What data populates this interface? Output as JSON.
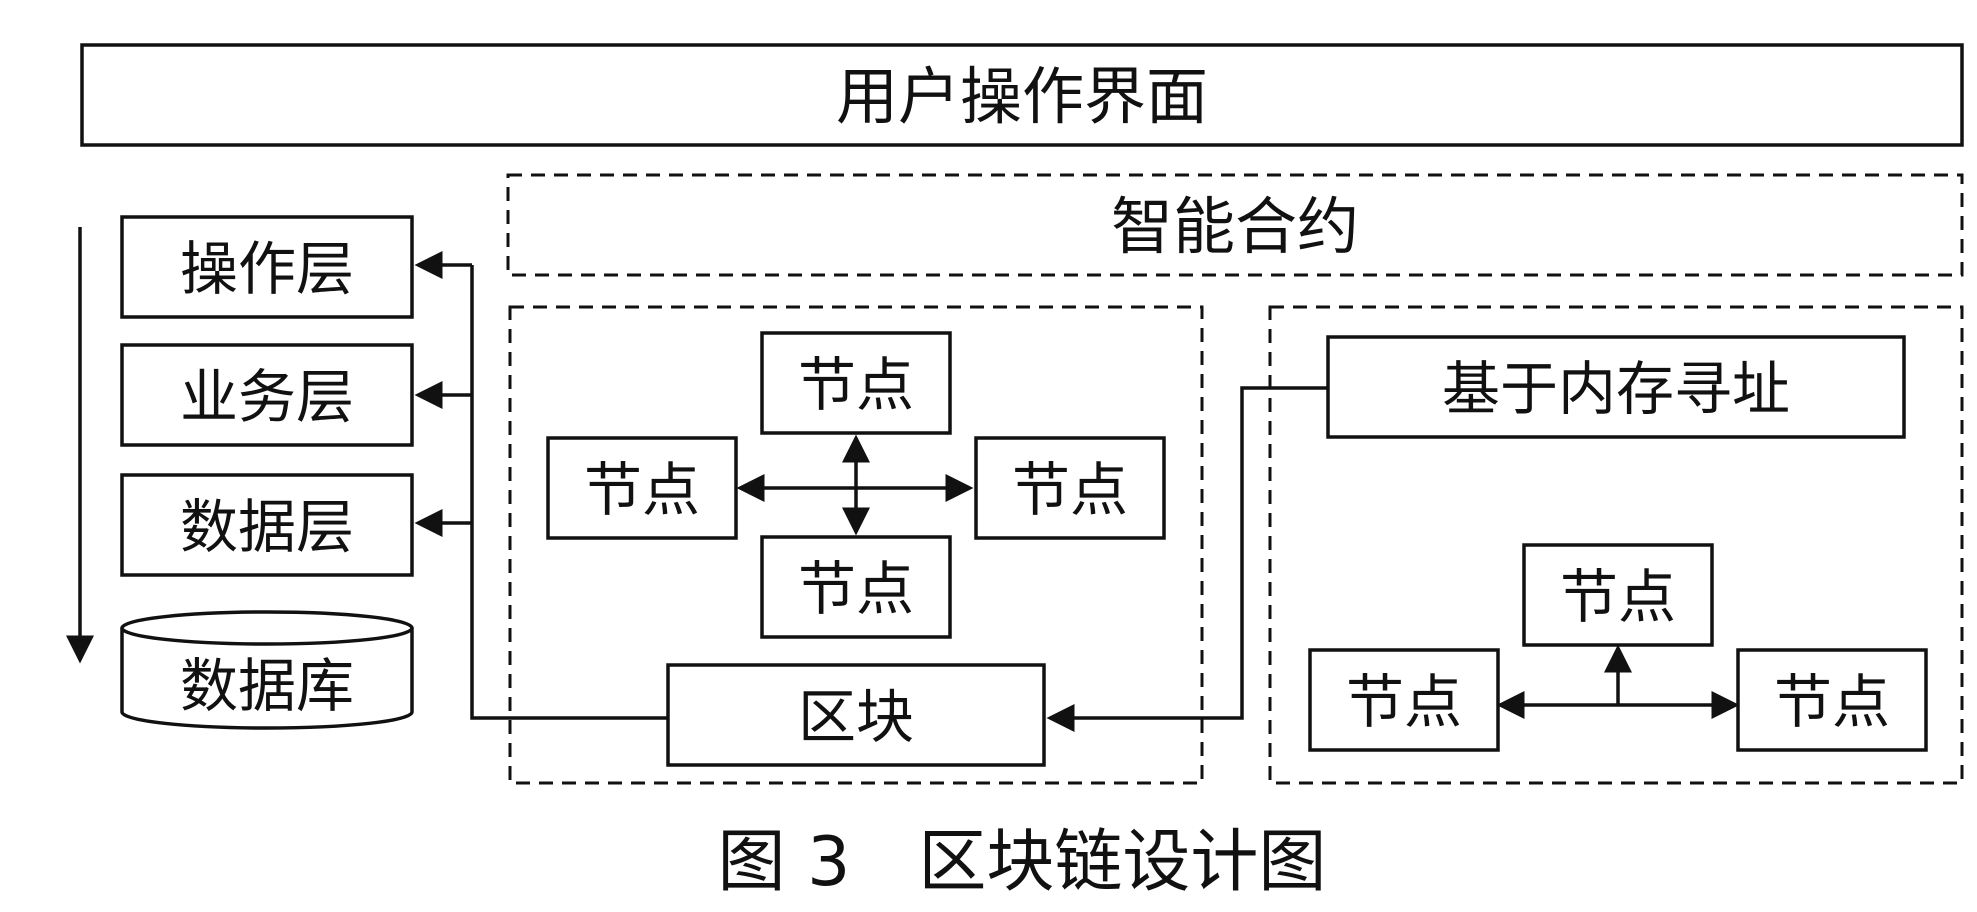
{
  "diagram": {
    "ui_layer": "用户操作界面",
    "smart_contract": "智能合约",
    "layers": {
      "operation": "操作层",
      "business": "业务层",
      "data": "数据层",
      "database": "数据库"
    },
    "left_cluster": {
      "node_top": "节点",
      "node_left": "节点",
      "node_right": "节点",
      "node_bottom": "节点",
      "block": "区块"
    },
    "right_cluster": {
      "addressing": "基于内存寻址",
      "node_top": "节点",
      "node_left": "节点",
      "node_right": "节点"
    },
    "caption": "图 3　区块链设计图"
  }
}
